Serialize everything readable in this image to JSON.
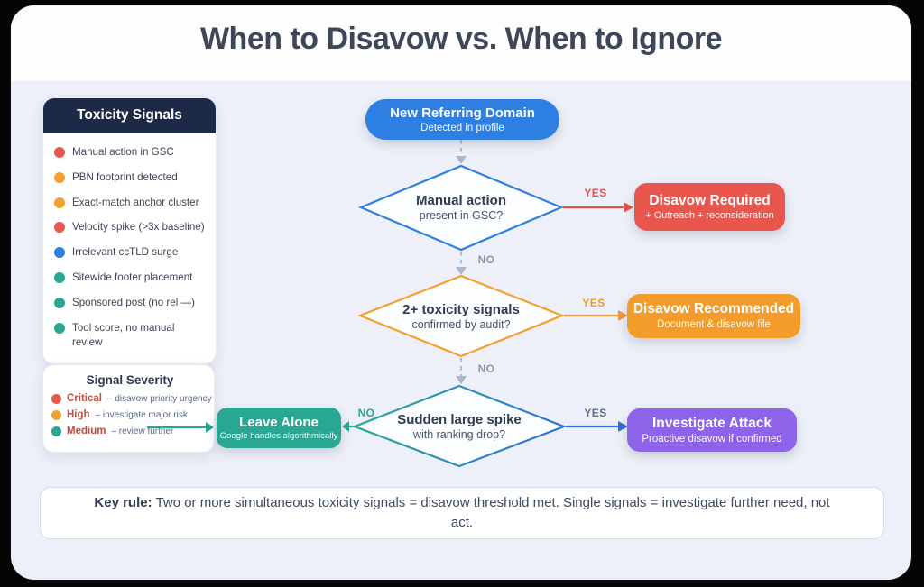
{
  "title": "When to Disavow vs. When to Ignore",
  "colors": {
    "red": "#e8564e",
    "orange": "#f5a02e",
    "blue": "#2e7fe2",
    "teal": "#2aa793",
    "purple": "#8d64e9",
    "navy_header": "#1d2a47",
    "background": "#edf0f8",
    "dashed_connector": "#a9b6cc"
  },
  "toxicity_panel": {
    "header": "Toxicity Signals",
    "items": [
      {
        "label": "Manual action in GSC",
        "dot_color": "#e8564e"
      },
      {
        "label": "PBN footprint detected",
        "dot_color": "#f5a02e"
      },
      {
        "label": "Exact-match anchor cluster",
        "dot_color": "#f5a02e"
      },
      {
        "label": "Velocity spike (>3x baseline)",
        "dot_color": "#e8564e"
      },
      {
        "label": "Irrelevant ccTLD surge",
        "dot_color": "#2e7fe2"
      },
      {
        "label": "Sitewide footer placement",
        "dot_color": "#2aa793"
      },
      {
        "label": "Sponsored post (no rel —)",
        "dot_color": "#2aa793"
      },
      {
        "label": "Tool score, no manual review",
        "dot_color": "#2aa793"
      }
    ]
  },
  "severity_panel": {
    "header": "Signal Severity",
    "items": [
      {
        "label": "Critical",
        "desc": "– disavow priority urgency",
        "dot_color": "#e8564e",
        "label_color": "#d64a3f"
      },
      {
        "label": "High",
        "desc": "– investigate major risk",
        "dot_color": "#f5a02e",
        "label_color": "#b5544a"
      },
      {
        "label": "Medium",
        "desc": "– review further",
        "dot_color": "#2aa793",
        "label_color": "#c3493d"
      }
    ]
  },
  "flow": {
    "start": {
      "title": "New Referring Domain",
      "subtitle": "Detected in profile"
    },
    "decision1": {
      "title": "Manual action",
      "subtitle": "present in GSC?"
    },
    "decision2": {
      "title": "2+ toxicity signals",
      "subtitle": "confirmed by audit?"
    },
    "decision3": {
      "title": "Sudden large spike",
      "subtitle": "with ranking drop?"
    },
    "outcome_required": {
      "title": "Disavow Required",
      "subtitle": "+ Outreach + reconsideration"
    },
    "outcome_recommended": {
      "title": "Disavow Recommended",
      "subtitle": "Document & disavow file"
    },
    "outcome_attack": {
      "title": "Investigate Attack",
      "subtitle": "Proactive disavow if confirmed"
    },
    "outcome_leave": {
      "title": "Leave Alone",
      "subtitle": "Google handles algorithmically"
    },
    "labels": {
      "yes1": "YES",
      "no1": "NO",
      "yes2": "YES",
      "no2": "NO",
      "yes3": "YES",
      "no3": "NO"
    }
  },
  "key_rule": {
    "label": "Key rule:",
    "text": "Two or more simultaneous toxicity signals = disavow threshold met. Single signals = investigate further need, not act."
  }
}
